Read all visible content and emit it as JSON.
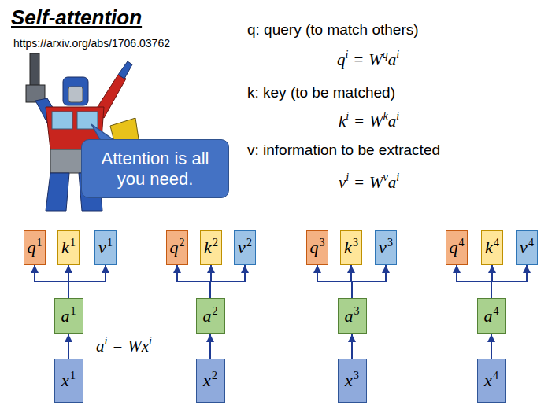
{
  "diagram": {
    "title": "Self-attention",
    "nodes": [
      {
        "text": [
          "Attention is all you need."
        ]
      },
      {
        "text": [
          "q",
          "1"
        ]
      },
      {
        "text": [
          "k",
          "1"
        ]
      },
      {
        "text": [
          "v",
          "1"
        ]
      },
      {
        "text": [
          "a",
          "1"
        ]
      },
      {
        "text": [
          "x",
          "1"
        ]
      },
      {
        "text": [
          "q",
          "2"
        ]
      },
      {
        "text": [
          "k",
          "2"
        ]
      },
      {
        "text": [
          "v",
          "2"
        ]
      },
      {
        "text": [
          "a",
          "2"
        ]
      },
      {
        "text": [
          "x",
          "2"
        ]
      },
      {
        "text": [
          "q",
          "3"
        ]
      },
      {
        "text": [
          "k",
          "3"
        ]
      },
      {
        "text": [
          "v",
          "3"
        ]
      },
      {
        "text": [
          "a",
          "3"
        ]
      },
      {
        "text": [
          "x",
          "3"
        ]
      },
      {
        "text": [
          "q",
          "4"
        ]
      },
      {
        "text": [
          "k",
          "4"
        ]
      },
      {
        "text": [
          "v",
          "4"
        ]
      },
      {
        "text": [
          "a",
          "4"
        ]
      },
      {
        "text": [
          "x",
          "4"
        ]
      }
    ],
    "edges": [
      {
        "from": 5,
        "to": 4,
        "arrow": "to"
      },
      {
        "from": 4,
        "to": 1,
        "arrow": "to"
      },
      {
        "from": 4,
        "to": 2,
        "arrow": "to"
      },
      {
        "from": 4,
        "to": 3,
        "arrow": "to"
      },
      {
        "from": 10,
        "to": 9,
        "arrow": "to"
      },
      {
        "from": 9,
        "to": 6,
        "arrow": "to"
      },
      {
        "from": 9,
        "to": 7,
        "arrow": "to"
      },
      {
        "from": 9,
        "to": 8,
        "arrow": "to"
      },
      {
        "from": 15,
        "to": 14,
        "arrow": "to"
      },
      {
        "from": 14,
        "to": 11,
        "arrow": "to"
      },
      {
        "from": 14,
        "to": 12,
        "arrow": "to"
      },
      {
        "from": 14,
        "to": 13,
        "arrow": "to"
      },
      {
        "from": 20,
        "to": 19,
        "arrow": "to"
      },
      {
        "from": 19,
        "to": 16,
        "arrow": "to"
      },
      {
        "from": 19,
        "to": 17,
        "arrow": "to"
      },
      {
        "from": 19,
        "to": 18,
        "arrow": "to"
      }
    ],
    "labels": [
      "https://arxiv.org/abs/1706.03762",
      "q: query (to match others)",
      "q",
      "i",
      "=",
      "W",
      "q",
      "a",
      "i",
      "k: key (to be matched)",
      "k",
      "i",
      "=",
      "W",
      "k",
      "a",
      "i",
      "v: information to be extracted",
      "v",
      "i",
      "=",
      "W",
      "v",
      "a",
      "i",
      "a",
      "i",
      "=",
      "W",
      "x",
      "i"
    ]
  }
}
